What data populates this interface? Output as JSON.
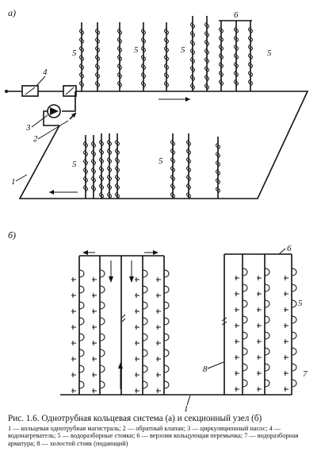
{
  "part_labels": {
    "a": "а)",
    "b": "б)"
  },
  "callouts_a": {
    "n1": "1",
    "n2": "2",
    "n3": "3",
    "n4": "4",
    "n5a": "5",
    "n5b": "5",
    "n5c": "5",
    "n5d": "5",
    "n5e": "5",
    "n5f": "5",
    "n6": "6"
  },
  "callouts_b": {
    "n5": "5",
    "n6": "6",
    "n7": "7",
    "n8": "8",
    "n1": "1"
  },
  "caption": {
    "title": "Рис. 1.6. Однотрубная кольцевая система (а) и секционный узел (б)",
    "legend": "1 — кольцевая однотрубная магистраль; 2 — обратный клапан; 3 — циркуляционный насос; 4 — водонагреватель; 5 — водоразборные стояки; 6 — верхняя кольцующая перемычка; 7 — водоразборная арматура; 8 — холостой стояк (подающий)"
  }
}
